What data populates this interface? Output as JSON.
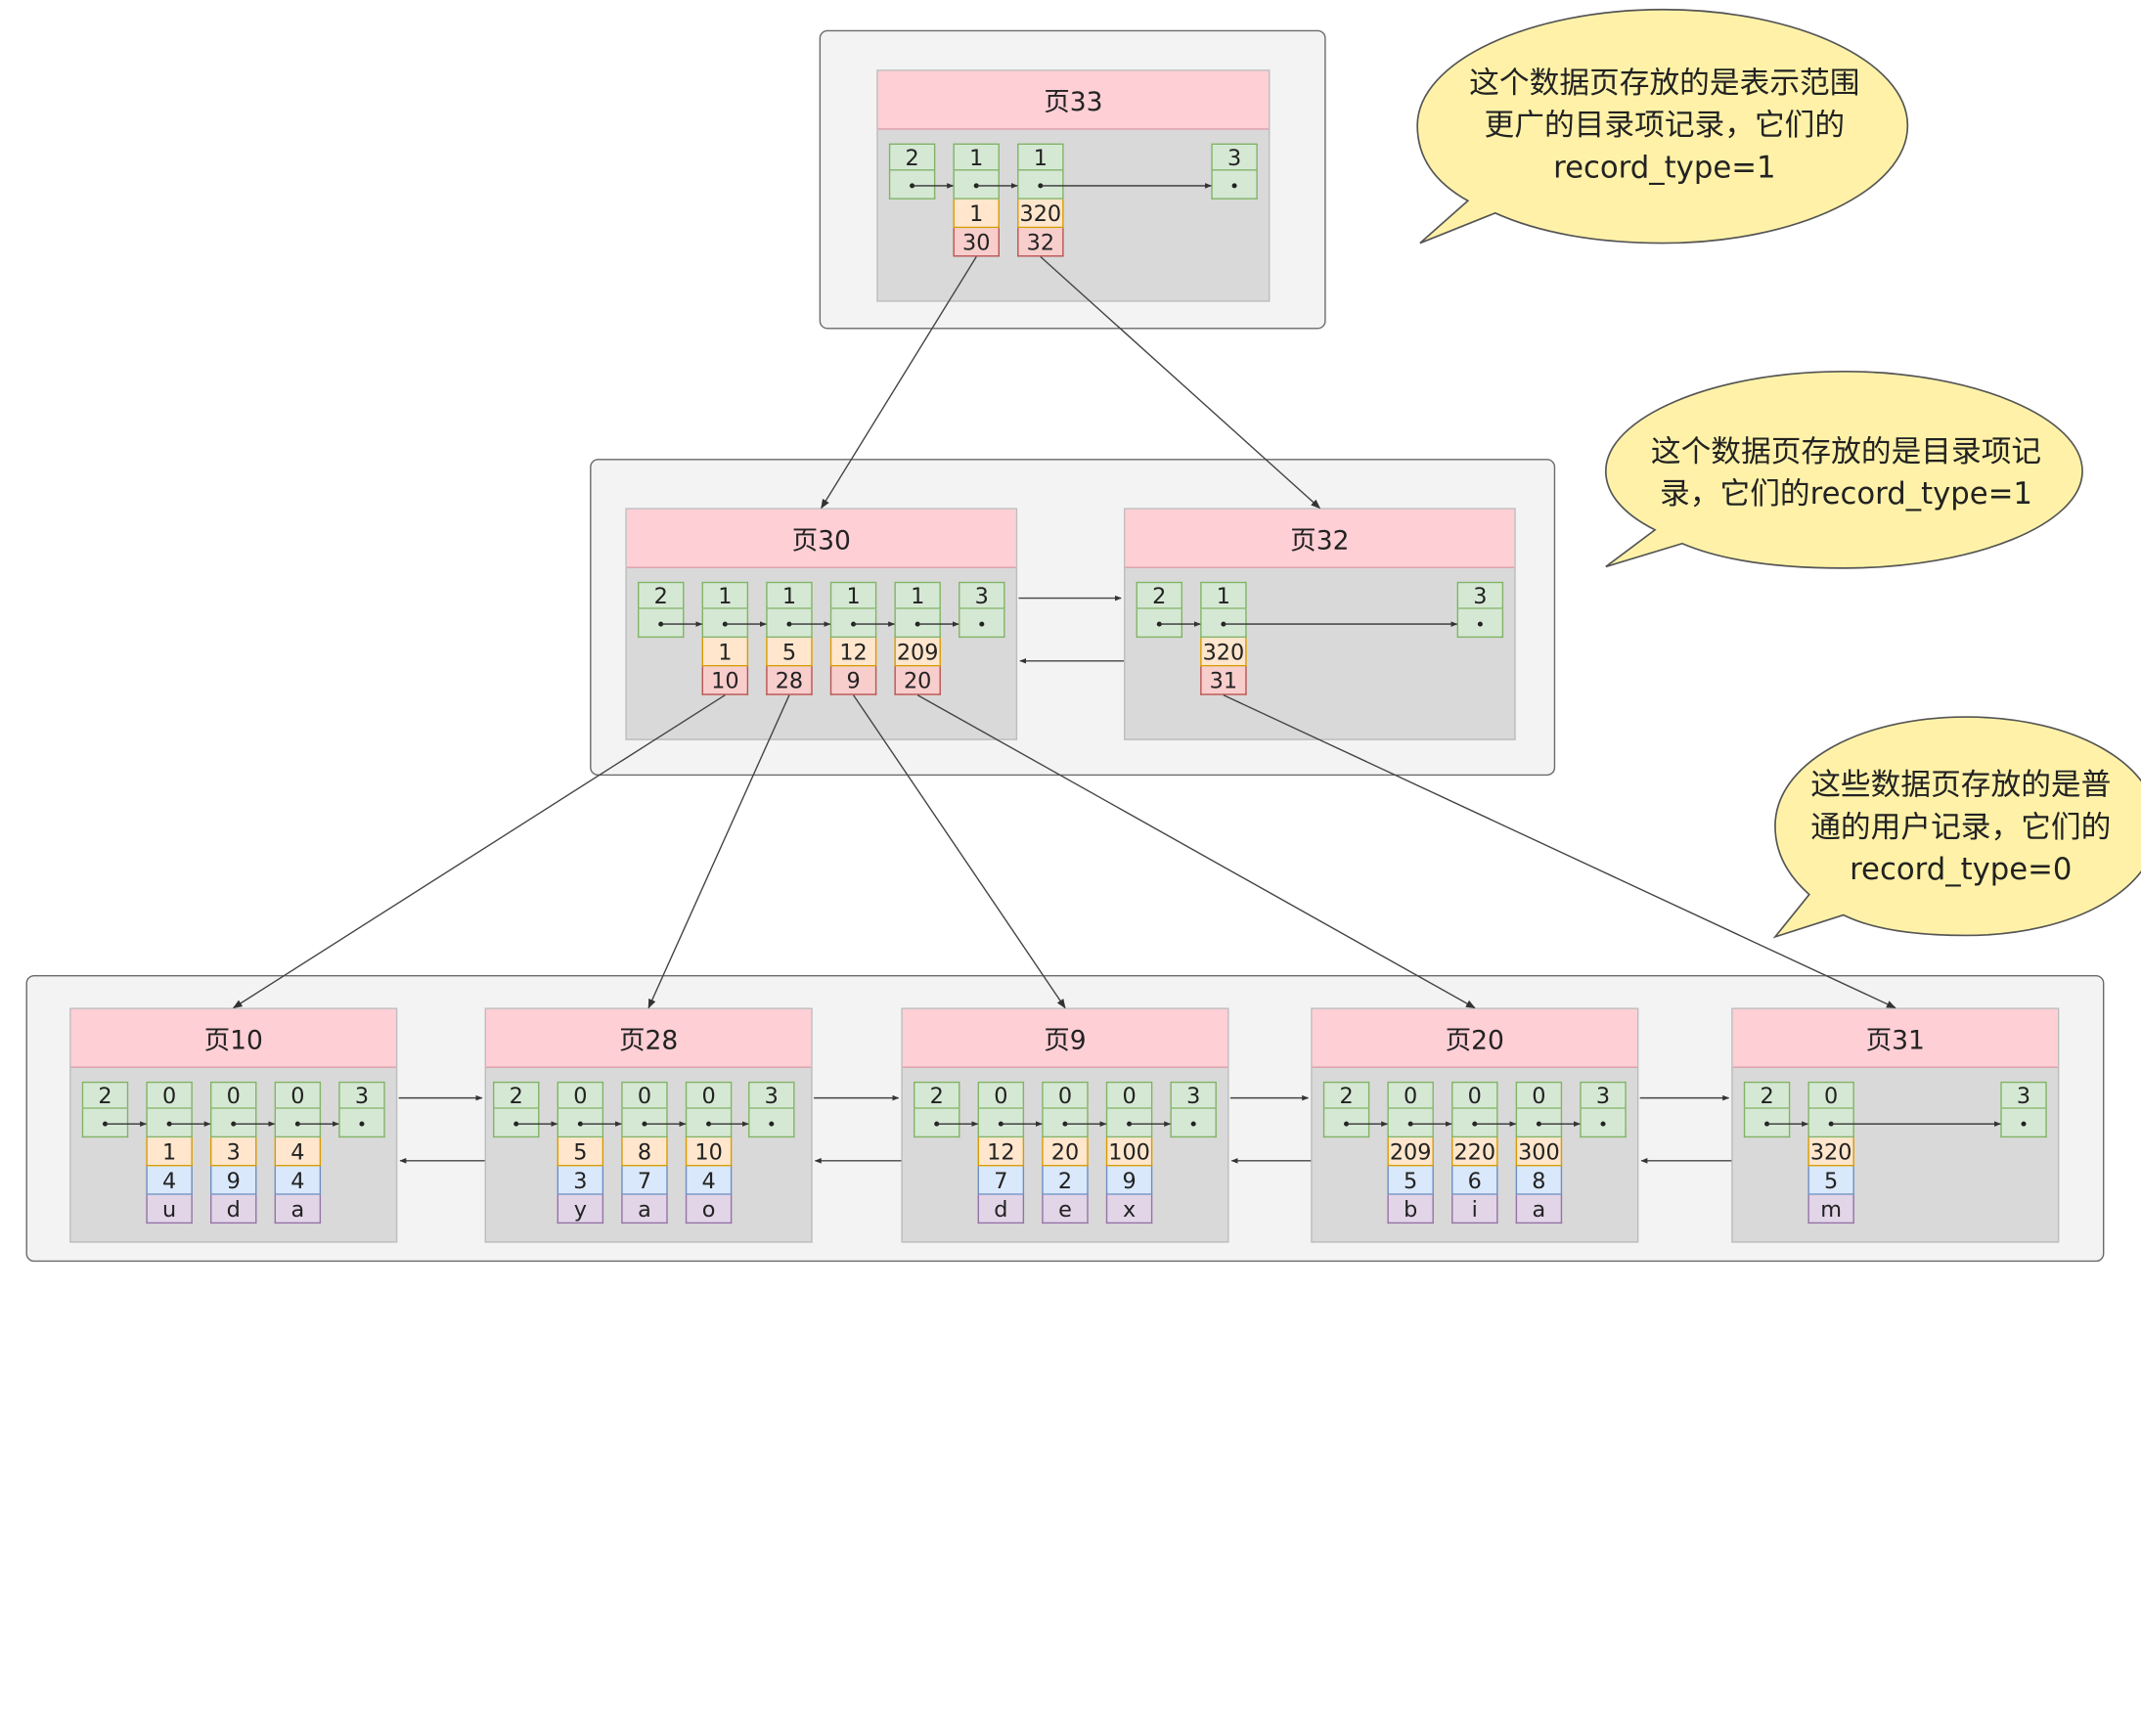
{
  "callouts": [
    {
      "id": "c33",
      "text": "这个数据页存放的是表示范围更广的目录项记录，它们的record_type=1",
      "lines": [
        "这个数据页存放的是表示范围",
        "更广的目录项记录，它们的",
        "record_type=1"
      ]
    },
    {
      "id": "cmid",
      "text": "这个数据页存放的是目录项记录，它们的record_type=1",
      "lines": [
        "这个数据页存放的是目录项记",
        "录，它们的record_type=1"
      ]
    },
    {
      "id": "cleaf",
      "text": "这些数据页存放的是普通的用户记录，它们的record_type=0",
      "lines": [
        "这些数据页存放的是普",
        "通的用户记录，它们的",
        "record_type=0"
      ]
    }
  ],
  "pages": {
    "p33": {
      "title": "页33",
      "records": [
        {
          "type": "2"
        },
        {
          "type": "1",
          "key": "1",
          "page": "30"
        },
        {
          "type": "1",
          "key": "320",
          "page": "32"
        },
        {
          "type": "3"
        }
      ]
    },
    "p30": {
      "title": "页30",
      "records": [
        {
          "type": "2"
        },
        {
          "type": "1",
          "key": "1",
          "page": "10"
        },
        {
          "type": "1",
          "key": "5",
          "page": "28"
        },
        {
          "type": "1",
          "key": "12",
          "page": "9"
        },
        {
          "type": "1",
          "key": "209",
          "page": "20"
        },
        {
          "type": "3"
        }
      ]
    },
    "p32": {
      "title": "页32",
      "records": [
        {
          "type": "2"
        },
        {
          "type": "1",
          "key": "320",
          "page": "31"
        },
        {
          "type": "3"
        }
      ]
    },
    "p10": {
      "title": "页10",
      "records": [
        {
          "type": "2"
        },
        {
          "type": "0",
          "key": "1",
          "c2": "4",
          "c3": "u"
        },
        {
          "type": "0",
          "key": "3",
          "c2": "9",
          "c3": "d"
        },
        {
          "type": "0",
          "key": "4",
          "c2": "4",
          "c3": "a"
        },
        {
          "type": "3"
        }
      ]
    },
    "p28": {
      "title": "页28",
      "records": [
        {
          "type": "2"
        },
        {
          "type": "0",
          "key": "5",
          "c2": "3",
          "c3": "y"
        },
        {
          "type": "0",
          "key": "8",
          "c2": "7",
          "c3": "a"
        },
        {
          "type": "0",
          "key": "10",
          "c2": "4",
          "c3": "o"
        },
        {
          "type": "3"
        }
      ]
    },
    "p9": {
      "title": "页9",
      "records": [
        {
          "type": "2"
        },
        {
          "type": "0",
          "key": "12",
          "c2": "7",
          "c3": "d"
        },
        {
          "type": "0",
          "key": "20",
          "c2": "2",
          "c3": "e"
        },
        {
          "type": "0",
          "key": "100",
          "c2": "9",
          "c3": "x"
        },
        {
          "type": "3"
        }
      ]
    },
    "p20": {
      "title": "页20",
      "records": [
        {
          "type": "2"
        },
        {
          "type": "0",
          "key": "209",
          "c2": "5",
          "c3": "b"
        },
        {
          "type": "0",
          "key": "220",
          "c2": "6",
          "c3": "i"
        },
        {
          "type": "0",
          "key": "300",
          "c2": "8",
          "c3": "a"
        },
        {
          "type": "3"
        }
      ]
    },
    "p31": {
      "title": "页31",
      "records": [
        {
          "type": "2"
        },
        {
          "type": "0",
          "key": "320",
          "c2": "5",
          "c3": "m"
        },
        {
          "type": "3"
        }
      ]
    }
  },
  "links": {
    "pointers": [
      {
        "from": "p33.1",
        "to": "p30"
      },
      {
        "from": "p33.2",
        "to": "p32"
      },
      {
        "from": "p30.1",
        "to": "p10"
      },
      {
        "from": "p30.2",
        "to": "p28"
      },
      {
        "from": "p30.3",
        "to": "p9"
      },
      {
        "from": "p30.4",
        "to": "p20"
      },
      {
        "from": "p32.1",
        "to": "p31"
      }
    ],
    "siblings": [
      [
        "p30",
        "p32"
      ],
      [
        "p10",
        "p28"
      ],
      [
        "p28",
        "p9"
      ],
      [
        "p9",
        "p20"
      ],
      [
        "p20",
        "p31"
      ]
    ]
  },
  "colors": {
    "title_bg": "#ffcfd6",
    "header_cell": "#d5e8d4",
    "key_cell": "#ffe6cc",
    "page_cell": "#f8cecc",
    "col2_cell": "#dae8fc",
    "col3_cell": "#e1d5e7",
    "bubble": "#fff2a8"
  }
}
